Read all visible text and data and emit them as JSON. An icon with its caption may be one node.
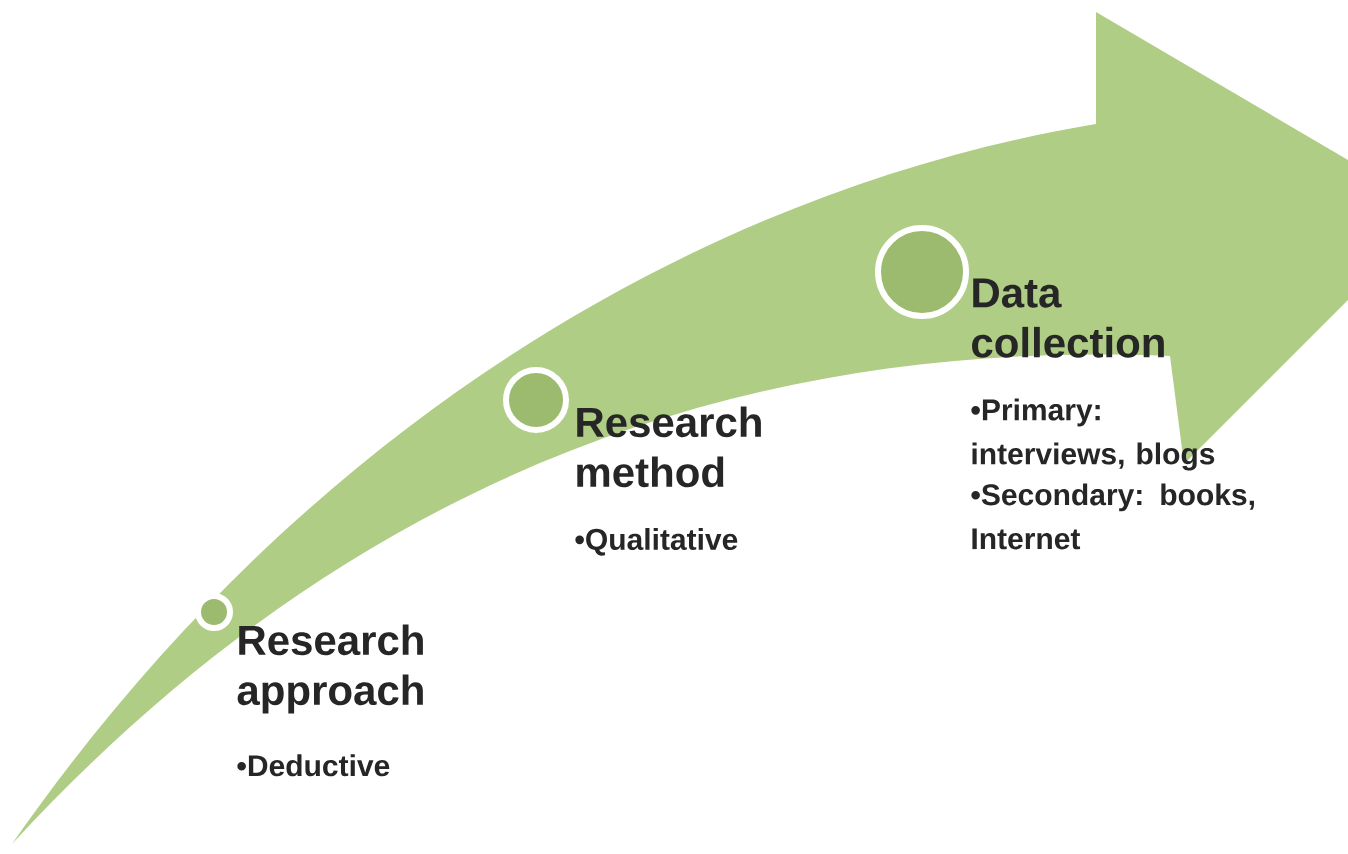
{
  "diagram": {
    "nodes": [
      {
        "text": [],
        "shape": "circle",
        "beside": [
          "Research approach",
          "•Deductive"
        ]
      },
      {
        "text": [],
        "shape": "circle",
        "beside": [
          "Research method",
          "•Qualitative"
        ]
      },
      {
        "text": [],
        "shape": "circle",
        "beside": [
          "Data collection",
          "•Primary: interviews, blogs",
          "•Secondary: books, Internet"
        ]
      }
    ]
  }
}
